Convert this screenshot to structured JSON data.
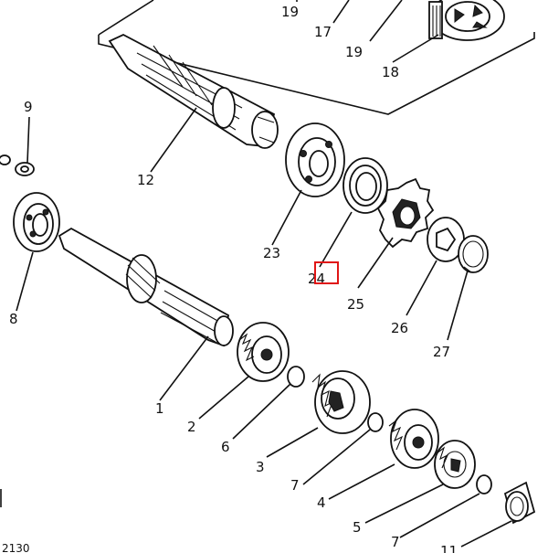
{
  "diagram": {
    "part_labels": {
      "p19a": "19",
      "p17": "17",
      "p19b": "19",
      "p18": "18",
      "p9": "9",
      "p12": "12",
      "p23": "23",
      "p24": "24",
      "p25": "25",
      "p26": "26",
      "p27": "27",
      "p8": "8",
      "p1": "1",
      "p2": "2",
      "p6": "6",
      "p3": "3",
      "p7a": "7",
      "p4": "4",
      "p5": "5",
      "p7b": "7",
      "p11": "11"
    },
    "corner_code": "2130",
    "highlight_color": "#e01515"
  }
}
